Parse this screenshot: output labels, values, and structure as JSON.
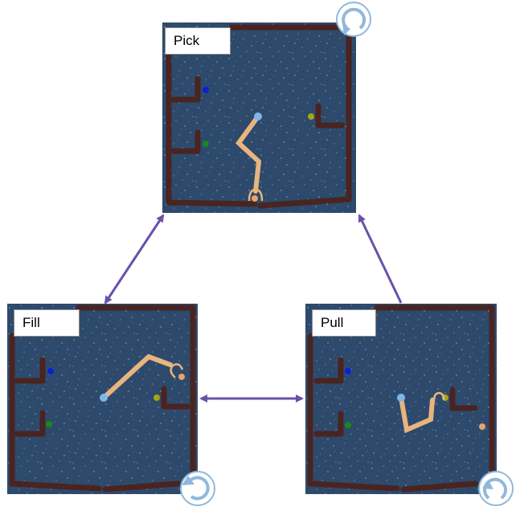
{
  "panels": [
    {
      "id": "pick",
      "label": "Pick"
    },
    {
      "id": "fill",
      "label": "Fill"
    },
    {
      "id": "pull",
      "label": "Pull"
    }
  ],
  "colors": {
    "arrow": "#6a51a8",
    "floor": "#2d4a6c",
    "wall": "#4a2420",
    "arm": "#e9b47e",
    "arm_base": "#7fb6ea",
    "marker_blue": "#0a1fd6",
    "marker_green": "#168a1c",
    "marker_yellow": "#a8a414",
    "ball": "#e8a36a",
    "reset_icon": "#8fb8dd"
  },
  "icons": [
    "reset-cycle-icon"
  ]
}
